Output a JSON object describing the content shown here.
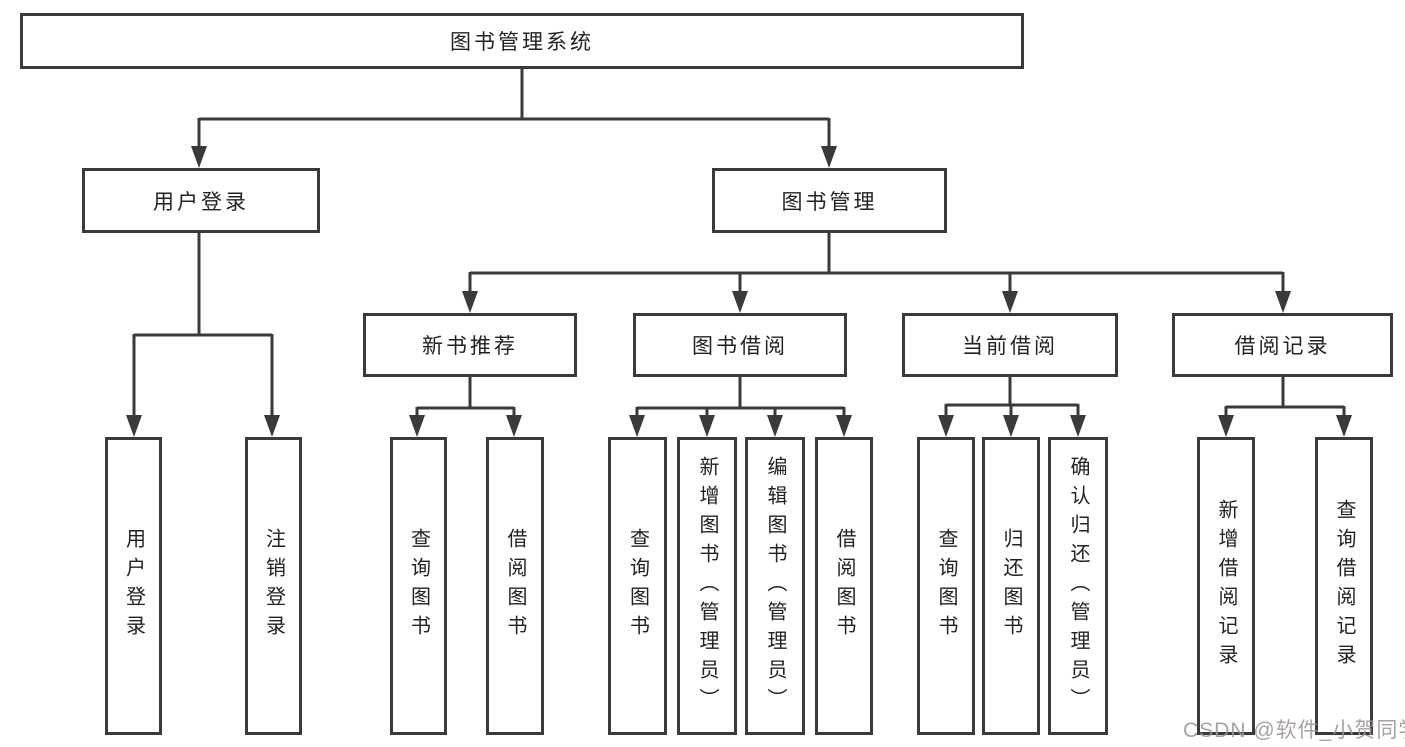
{
  "watermark": "CSDN @软件_小贺同学",
  "diagram_colors": {
    "line": "#3a3a3a",
    "text": "#222222",
    "background": "#ffffff",
    "watermark": "#9e9898"
  },
  "tree": {
    "root": {
      "label": "图书管理系统"
    },
    "branches": [
      {
        "label": "用户登录",
        "children": [
          {
            "label": "用户登录"
          },
          {
            "label": "注销登录"
          }
        ]
      },
      {
        "label": "图书管理",
        "children": [
          {
            "label": "新书推荐",
            "children": [
              {
                "label": "查询图书"
              },
              {
                "label": "借阅图书"
              }
            ]
          },
          {
            "label": "图书借阅",
            "children": [
              {
                "label": "查询图书"
              },
              {
                "label": "新增图书（管理员）"
              },
              {
                "label": "编辑图书（管理员）"
              },
              {
                "label": "借阅图书"
              }
            ]
          },
          {
            "label": "当前借阅",
            "children": [
              {
                "label": "查询图书"
              },
              {
                "label": "归还图书"
              },
              {
                "label": "确认归还（管理员）"
              }
            ]
          },
          {
            "label": "借阅记录",
            "children": [
              {
                "label": "新增借阅记录"
              },
              {
                "label": "查询借阅记录"
              }
            ]
          }
        ]
      }
    ]
  }
}
